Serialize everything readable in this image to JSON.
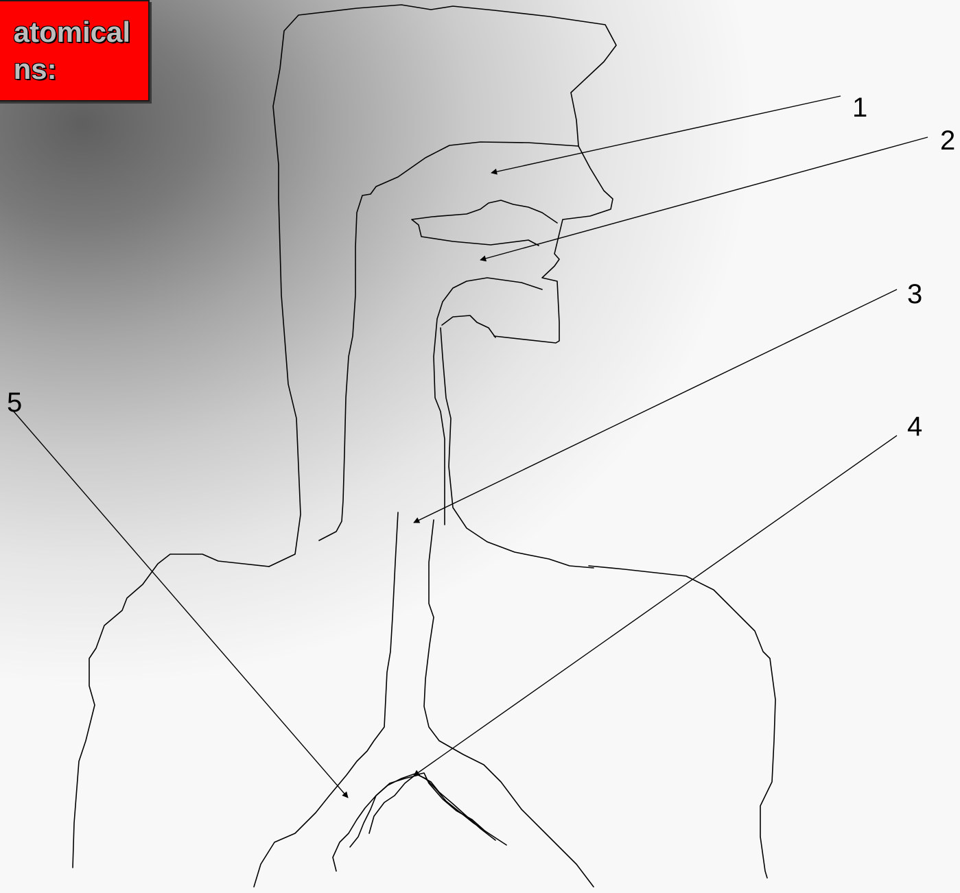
{
  "title": {
    "text": "atomical\nns:"
  },
  "labels": [
    "1",
    "2",
    "3",
    "4",
    "5"
  ]
}
